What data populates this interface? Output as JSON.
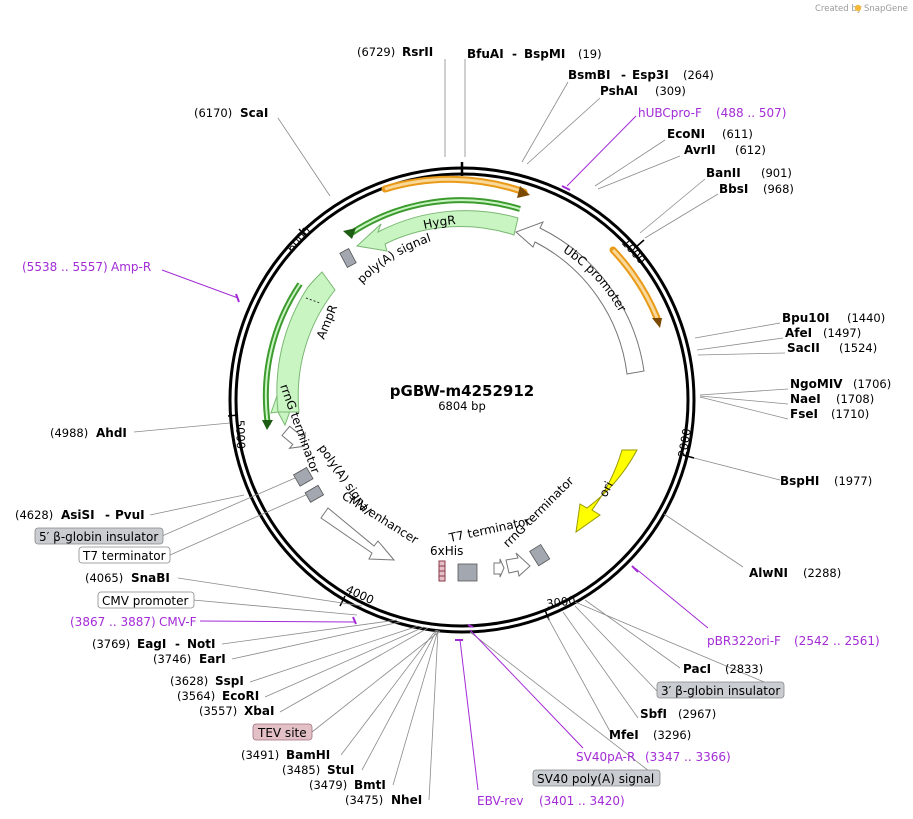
{
  "header": {
    "created_by": "Created by",
    "brand": "SnapGene"
  },
  "plasmid": {
    "name": "pGBW-m4252912",
    "size_label": "6804 bp",
    "length": 6804
  },
  "colors": {
    "primer": "#a32bd6",
    "hygr_fill": "#c9f5c3",
    "hygr_stroke": "#5cbf4f",
    "ampr_fill": "#c9f5c3",
    "ori_fill": "#ffff00",
    "orange_arc": "#e89a18",
    "green_arc": "#3d9a2e",
    "gray_feature": "#a3a8b0",
    "tev_fill": "#e3bfc6"
  },
  "ticks": [
    "1000",
    "2000",
    "3000",
    "4000",
    "5000",
    "6000"
  ],
  "enzymes": [
    {
      "id": "rsrII",
      "name": "RsrII",
      "pos": "(6729)"
    },
    {
      "id": "bfuai",
      "name": "BfuAI",
      "name2": "BspMI",
      "pos": "(19)"
    },
    {
      "id": "bsmbi",
      "name": "BsmBI",
      "name2": "Esp3I",
      "pos": "(264)"
    },
    {
      "id": "pshai",
      "name": "PshAI",
      "pos": "(309)"
    },
    {
      "id": "econi",
      "name": "EcoNI",
      "pos": "(611)"
    },
    {
      "id": "avrii",
      "name": "AvrII",
      "pos": "(612)"
    },
    {
      "id": "banii",
      "name": "BanII",
      "pos": "(901)"
    },
    {
      "id": "bbsi",
      "name": "BbsI",
      "pos": "(968)"
    },
    {
      "id": "bpu10i",
      "name": "Bpu10I",
      "pos": "(1440)"
    },
    {
      "id": "afei",
      "name": "AfeI",
      "pos": "(1497)"
    },
    {
      "id": "sacii",
      "name": "SacII",
      "pos": "(1524)"
    },
    {
      "id": "ngomiv",
      "name": "NgoMIV",
      "pos": "(1706)"
    },
    {
      "id": "naei",
      "name": "NaeI",
      "pos": "(1708)"
    },
    {
      "id": "fsei",
      "name": "FseI",
      "pos": "(1710)"
    },
    {
      "id": "bsphi",
      "name": "BspHI",
      "pos": "(1977)"
    },
    {
      "id": "alwni",
      "name": "AlwNI",
      "pos": "(2288)"
    },
    {
      "id": "paci",
      "name": "PacI",
      "pos": "(2833)"
    },
    {
      "id": "sbfi",
      "name": "SbfI",
      "pos": "(2967)"
    },
    {
      "id": "mfei",
      "name": "MfeI",
      "pos": "(3296)"
    },
    {
      "id": "nhei",
      "name": "NheI",
      "pos": "(3475)"
    },
    {
      "id": "bmti",
      "name": "BmtI",
      "pos": "(3479)"
    },
    {
      "id": "stui",
      "name": "StuI",
      "pos": "(3485)"
    },
    {
      "id": "bamhi",
      "name": "BamHI",
      "pos": "(3491)"
    },
    {
      "id": "xbai",
      "name": "XbaI",
      "pos": "(3557)"
    },
    {
      "id": "ecori",
      "name": "EcoRI",
      "pos": "(3564)"
    },
    {
      "id": "sspi",
      "name": "SspI",
      "pos": "(3628)"
    },
    {
      "id": "eari",
      "name": "EarI",
      "pos": "(3746)"
    },
    {
      "id": "eagi",
      "name": "EagI",
      "name2": "NotI",
      "pos": "(3769)"
    },
    {
      "id": "snabi",
      "name": "SnaBI",
      "pos": "(4065)"
    },
    {
      "id": "asisi",
      "name": "AsiSI",
      "name2": "PvuI",
      "pos": "(4628)"
    },
    {
      "id": "ahdi",
      "name": "AhdI",
      "pos": "(4988)"
    },
    {
      "id": "scai",
      "name": "ScaI",
      "pos": "(6170)"
    }
  ],
  "primers": [
    {
      "id": "hubcpro-f",
      "name": "hUBCpro-F",
      "range": "(488 .. 507)"
    },
    {
      "id": "amp-r",
      "name": "Amp-R",
      "range": "(5538 .. 5557)"
    },
    {
      "id": "pbr322ori-f",
      "name": "pBR322ori-F",
      "range": "(2542 .. 2561)"
    },
    {
      "id": "sv40pa-r",
      "name": "SV40pA-R",
      "range": "(3347 .. 3366)"
    },
    {
      "id": "ebv-rev",
      "name": "EBV-rev",
      "range": "(3401 .. 3420)"
    },
    {
      "id": "cmv-f",
      "name": "CMV-F",
      "range": "(3867 .. 3887)"
    }
  ],
  "boxed_features": [
    {
      "id": "beta-globin-5",
      "label": "5′ β-globin insulator"
    },
    {
      "id": "t7-terminator-box",
      "label": "T7 terminator"
    },
    {
      "id": "cmv-promoter-box",
      "label": "CMV promoter"
    },
    {
      "id": "beta-globin-3",
      "label": "3′ β-globin insulator"
    },
    {
      "id": "tev-site",
      "label": "TEV site"
    },
    {
      "id": "sv40-polya-box",
      "label": "SV40 poly(A) signal"
    }
  ],
  "inner_labels": {
    "hygr": "HygR",
    "polya_top": "poly(A) signal",
    "ubc": "UbC promoter",
    "ampr": "AmpR",
    "rrng_left": "rrnG terminator",
    "polya_left": "poly(A) signal",
    "cmv_enhancer": "CMV enhancer",
    "his": "6xHis",
    "t7_term": "T7 terminator",
    "rrng_right": "rrnG terminator",
    "ori": "ori"
  }
}
